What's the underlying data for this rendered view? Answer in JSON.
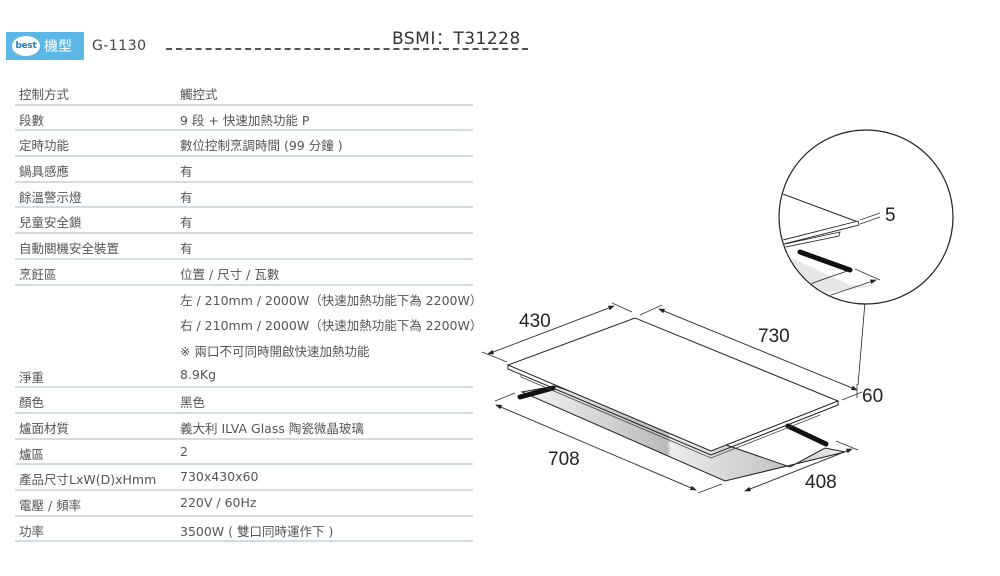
{
  "header": {
    "logo_text": "best",
    "badge_label": "機型",
    "model": "G-1130",
    "bsmi": "BSMI：T31228"
  },
  "specs": [
    {
      "key": "控制方式",
      "value": "觸控式"
    },
    {
      "key": "段數",
      "value": "9 段 + 快速加熱功能 P"
    },
    {
      "key": "定時功能",
      "value": "數位控制烹調時間 (99 分鐘 )"
    },
    {
      "key": "鍋具感應",
      "value": "有"
    },
    {
      "key": "餘溫警示燈",
      "value": "有"
    },
    {
      "key": "兒童安全鎖",
      "value": "有"
    },
    {
      "key": "自動關機安全裝置",
      "value": "有"
    },
    {
      "key": "烹飪區",
      "value": "位置 / 尺寸 / 瓦數"
    },
    {
      "key": "",
      "value": "左 / 210mm / 2000W（快速加熱功能下為 2200W）"
    },
    {
      "key": "",
      "value": "右 / 210mm / 2000W（快速加熱功能下為 2200W）"
    },
    {
      "key": "",
      "value": "※ 兩口不可同時開啟快速加熱功能"
    },
    {
      "key": "淨重",
      "value": "8.9Kg"
    },
    {
      "key": "顏色",
      "value": "黑色"
    },
    {
      "key": "爐面材質",
      "value": "義大利 ILVA Glass 陶瓷微晶玻璃"
    },
    {
      "key": "爐區",
      "value": "2"
    },
    {
      "key": "產品尺寸LxW(D)xHmm",
      "value": "730x430x60"
    },
    {
      "key": "電壓 / 頻率",
      "value": "220V / 60Hz"
    },
    {
      "key": "功率",
      "value": "3500W ( 雙口同時運作下 )"
    }
  ],
  "diagram": {
    "dim_width": "430",
    "dim_length": "730",
    "dim_height": "60",
    "dim_cutout_length": "708",
    "dim_cutout_width": "408",
    "dim_glass_thickness": "5"
  },
  "colors": {
    "badge": "#5bb7e6",
    "row_line": "#d4dce2"
  }
}
